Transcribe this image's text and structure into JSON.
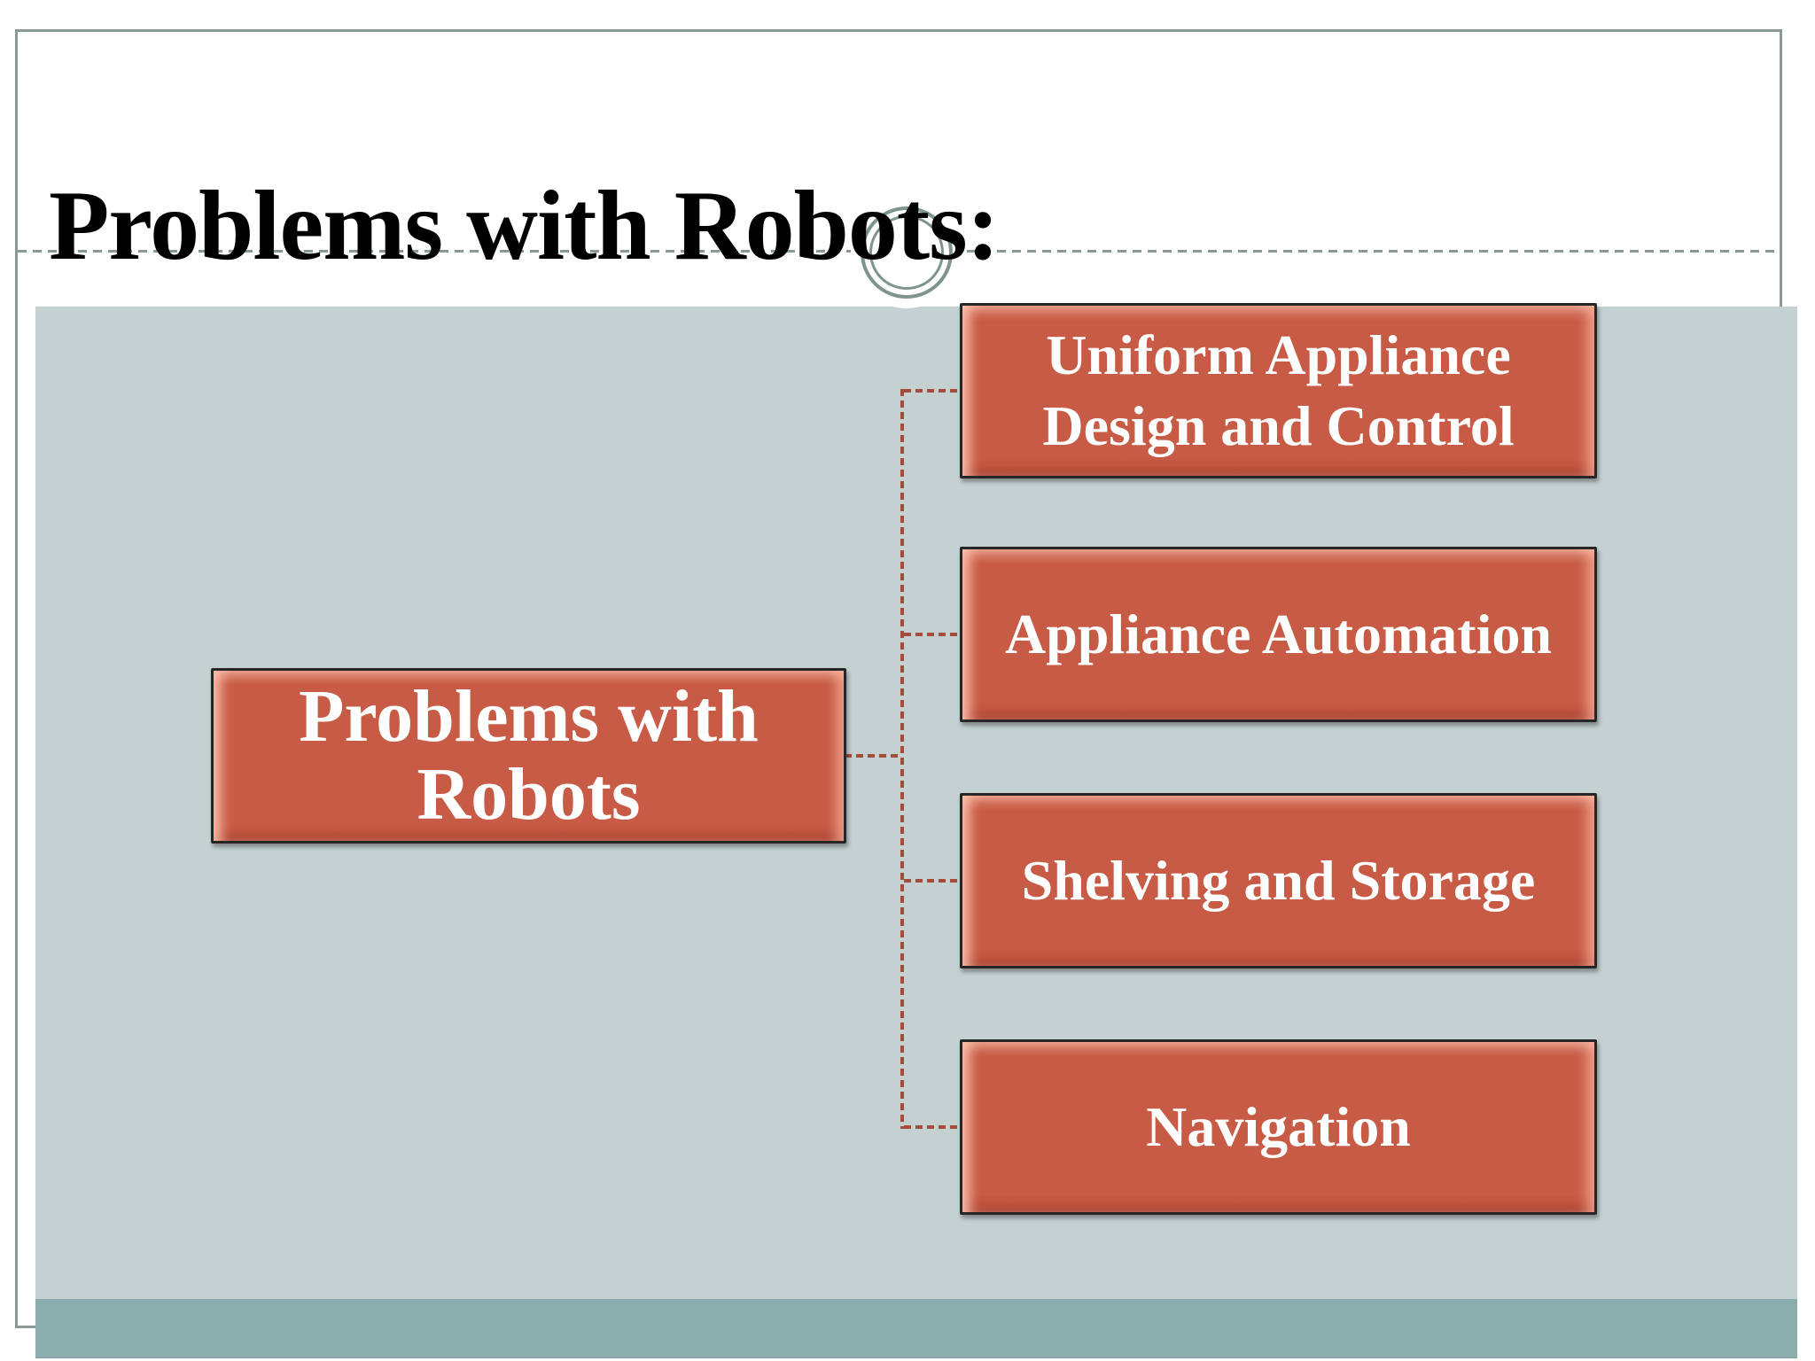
{
  "slide": {
    "title": "Problems with Robots:",
    "diagram": {
      "root_label": "Problems with Robots",
      "children": [
        {
          "label": "Uniform Appliance Design and Control"
        },
        {
          "label": "Appliance Automation"
        },
        {
          "label": "Shelving and Storage"
        },
        {
          "label": "Navigation"
        }
      ]
    },
    "colors": {
      "node_fill": "#c75b45",
      "node_border": "#262626",
      "node_text": "#ffffff",
      "connector": "#a34c3b",
      "body_background": "#c5d1d1",
      "footer_bar": "#8cadad",
      "frame_line": "#8a9a93",
      "title_text": "#000000"
    }
  }
}
